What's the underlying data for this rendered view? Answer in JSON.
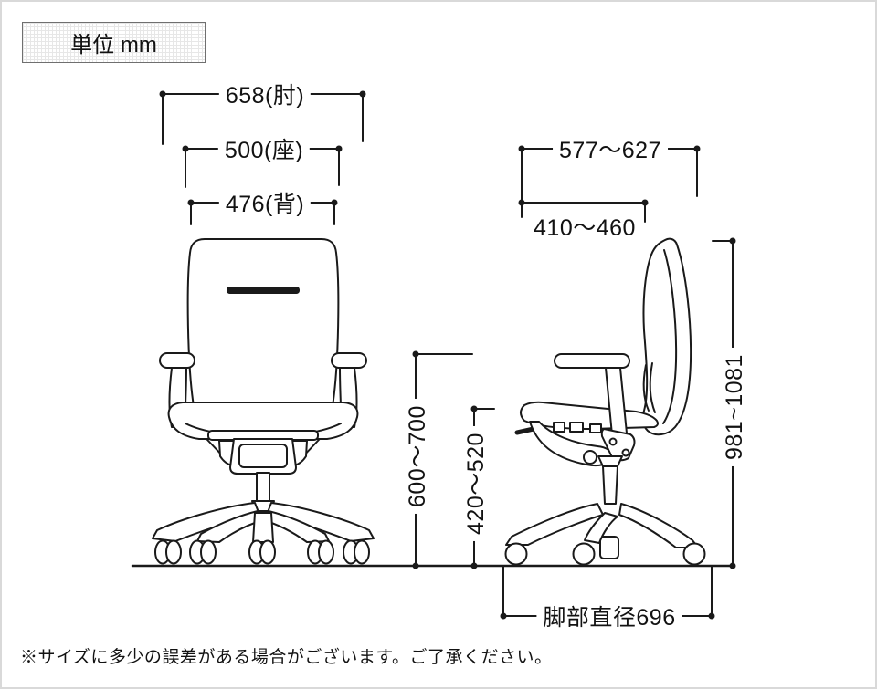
{
  "unit_box": {
    "label": "単位 mm"
  },
  "front_view": {
    "width_armrests": "658(肘)",
    "width_seat": "500(座)",
    "width_back": "476(背)",
    "armrest_height": "600〜700",
    "seat_height": "420〜520"
  },
  "side_view": {
    "total_depth": "577〜627",
    "seat_depth": "410〜460",
    "total_height": "981~1081",
    "base_diameter": "脚部直径696"
  },
  "footnote": "※サイズに多少の誤差がある場合がございます。ご了承ください。",
  "colors": {
    "line": "#1a1a1a",
    "background": "#ffffff",
    "frame": "#d9d9d9",
    "grid": "#e7e7e7"
  }
}
